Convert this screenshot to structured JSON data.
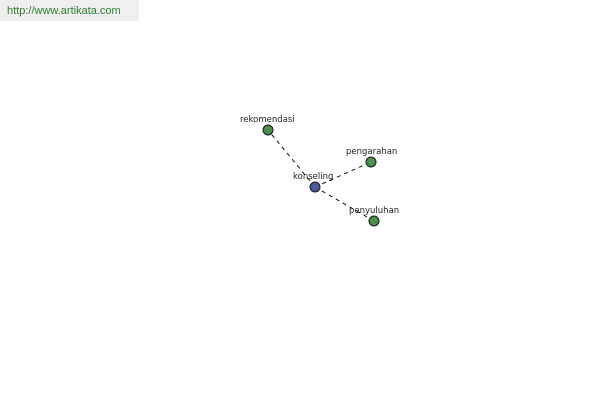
{
  "source": {
    "url_text": "http://www.artikata.com",
    "color": "#2e7d32"
  },
  "graph": {
    "center": {
      "label": "konseling",
      "color": "#4a5a9c"
    },
    "neighbors": [
      {
        "label": "rekomendasi",
        "color": "#4a8f4a"
      },
      {
        "label": "pengarahan",
        "color": "#4a8f4a"
      },
      {
        "label": "penyuluhan",
        "color": "#4a8f4a"
      }
    ],
    "edge_style": "dashed"
  }
}
